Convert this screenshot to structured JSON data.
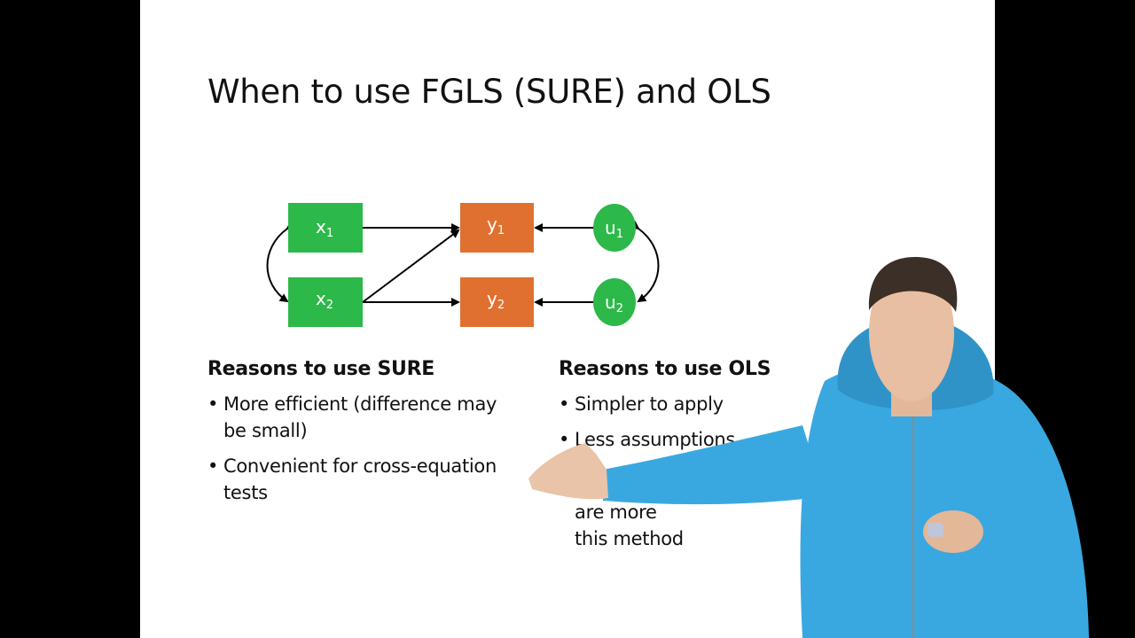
{
  "slide": {
    "title": "When to use FGLS (SURE) and OLS"
  },
  "diagram": {
    "nodes": {
      "x1": {
        "main": "x",
        "sub": "1"
      },
      "x2": {
        "main": "x",
        "sub": "2"
      },
      "y1": {
        "main": "y",
        "sub": "1"
      },
      "y2": {
        "main": "y",
        "sub": "2"
      },
      "u1": {
        "main": "u",
        "sub": "1"
      },
      "u2": {
        "main": "u",
        "sub": "2"
      }
    },
    "colors": {
      "x_box": "#2db84a",
      "y_box": "#e07030",
      "u_circle": "#2db84a",
      "arrow": "#000000"
    }
  },
  "sure": {
    "heading": "Reasons to use SURE",
    "bullets": [
      "More efficient (difference may be small)",
      "Convenient for cross-equation tests"
    ]
  },
  "ols": {
    "heading": "Reasons to use OLS",
    "bullets": [
      "Simpler to apply",
      "Less assumptions",
      "are more",
      "this method"
    ]
  },
  "presenter": {
    "hoodie_color": "#3aa8e0"
  }
}
